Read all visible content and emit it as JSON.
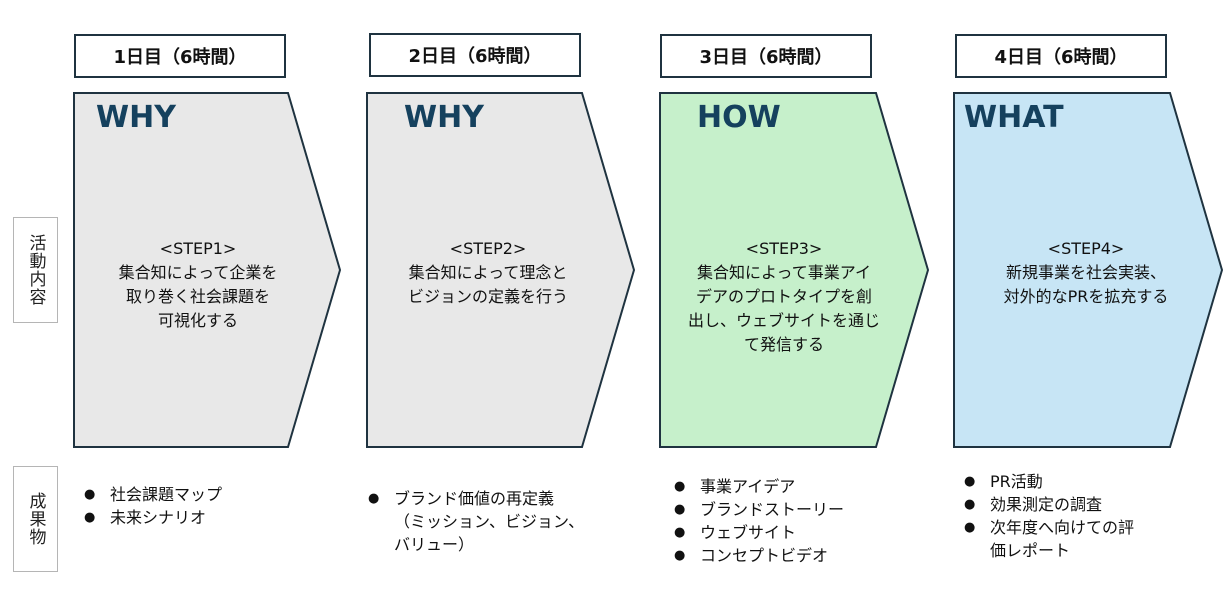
{
  "days": [
    "1日目（6時間）",
    "2日目（6時間）",
    "3日目（6時間）",
    "4日目（6時間）"
  ],
  "row_labels": {
    "activity": "活動内容",
    "deliverables": "成果物"
  },
  "steps": [
    {
      "phase": "WHY",
      "step": "<STEP1>",
      "lines": [
        "集合知によって企業を",
        "取り巻く社会課題を",
        "可視化する"
      ],
      "color": "#e8e8e8"
    },
    {
      "phase": "WHY",
      "step": "<STEP2>",
      "lines": [
        "集合知によって理念と",
        "ビジョンの定義を行う"
      ],
      "color": "#e8e8e8"
    },
    {
      "phase": "HOW",
      "step": "<STEP3>",
      "lines": [
        "集合知によって事業アイ",
        "デアのプロトタイプを創",
        "出し、ウェブサイトを通じ",
        "て発信する"
      ],
      "color": "#c6f0cb"
    },
    {
      "phase": "WHAT",
      "step": "<STEP4>",
      "lines": [
        "新規事業を社会実装、",
        "対外的なPRを拡充する"
      ],
      "color": "#c7e5f5"
    }
  ],
  "deliverables": [
    [
      "社会課題マップ",
      "未来シナリオ"
    ],
    [
      "ブランド価値の再定義",
      "（ミッション、ビジョン、",
      "バリュー）"
    ],
    [
      "事業アイデア",
      "ブランドストーリー",
      "ウェブサイト",
      "コンセプトビデオ"
    ],
    [
      "PR活動",
      "効果測定の調査",
      "次年度へ向けての評",
      "価レポート"
    ]
  ]
}
